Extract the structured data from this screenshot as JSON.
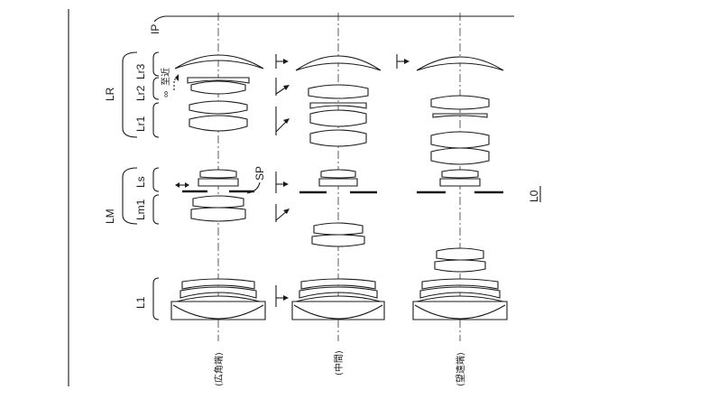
{
  "labels": {
    "ip": "IP",
    "lr": "LR",
    "lr1": "Lr1",
    "lr2": "Lr2",
    "lr3": "Lr3",
    "infinity": "∞",
    "close": "至近",
    "lm": "LM",
    "lm1": "Lm1",
    "ls": "Ls",
    "sp": "SP",
    "l1": "L1",
    "l0": "L0"
  },
  "columns": [
    {
      "caption": "(広角端)"
    },
    {
      "caption": "(中間)"
    },
    {
      "caption": "(望遠端)"
    }
  ],
  "colors": {
    "line": "#1a1a1a",
    "background": "#ffffff"
  }
}
